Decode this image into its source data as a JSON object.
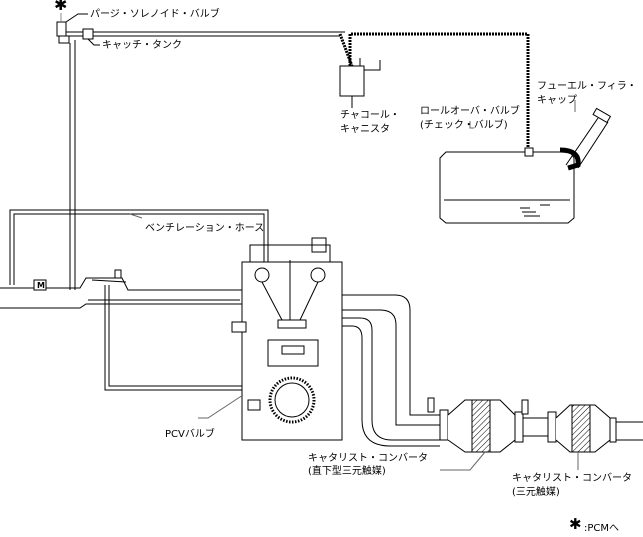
{
  "labels": {
    "purge_solenoid": "パージ・ソレノイド・バルブ",
    "catch_tank": "キャッチ・タンク",
    "canister_1": "チャコール・",
    "canister_2": "キャニスタ",
    "rollover_1": "ロールオーバ・バルブ",
    "rollover_2": "(チェック・バルブ)",
    "filler_1": "フューエル・フィラ・",
    "filler_2": "キャップ",
    "vent_hose": "ベンチレーション・ホース",
    "pcv": "PCVバルブ",
    "cat1_1": "キャタリスト・コンバータ",
    "cat1_2": "(直下型三元触媒)",
    "cat2_1": "キャタリスト・コンバータ",
    "cat2_2": "(三元触媒)",
    "asterisk": "✱",
    "legend_asterisk": "✱",
    "legend_text": ":PCMへ",
    "motor_mark": "M"
  }
}
